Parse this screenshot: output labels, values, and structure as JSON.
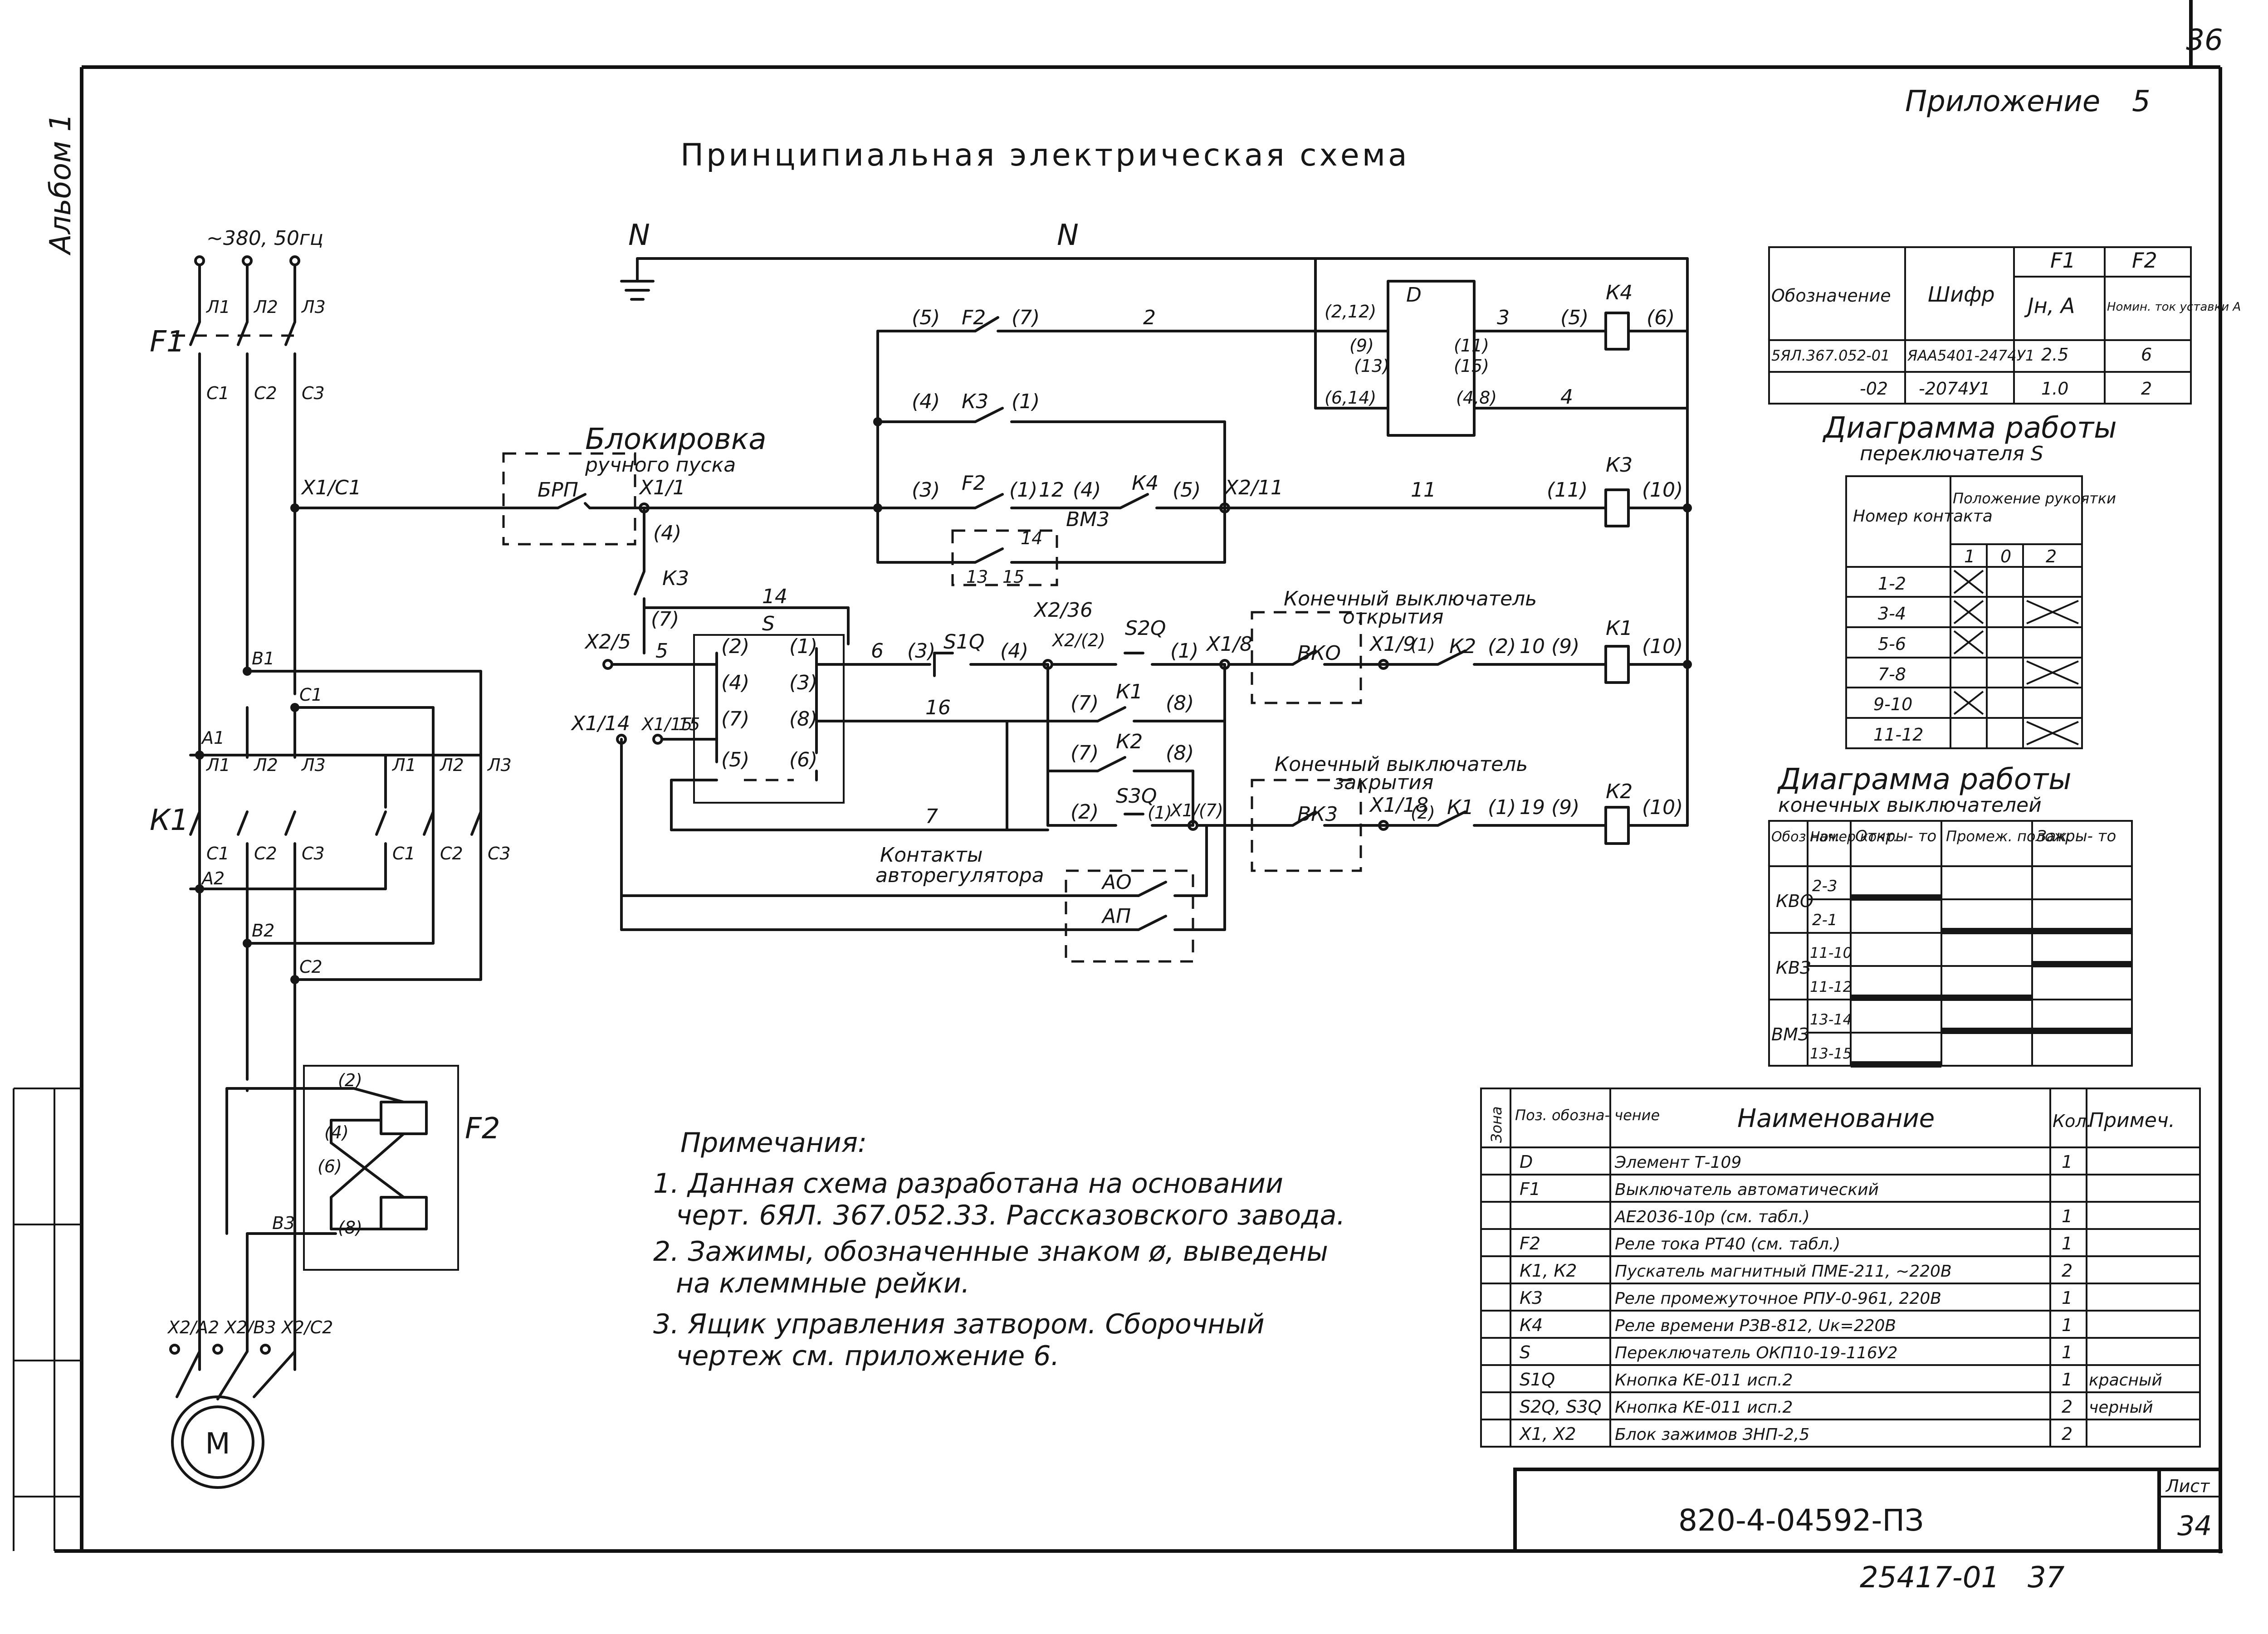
{
  "page": {
    "title": "Принципиальная электрическая схема",
    "appendix": "Приложение",
    "appendix_no": "5",
    "album": "Альбом 1",
    "corner_no": "36",
    "doc_code": "820-4-04592-ПЗ",
    "sheet_label": "Лист",
    "sheet_no": "34",
    "bottom_code": "25417-01",
    "bottom_no": "37"
  },
  "power": {
    "supply": "~380, 50гц",
    "phases": [
      "Л1",
      "Л2",
      "Л3"
    ],
    "f1_label": "F1",
    "f1_out": [
      "С1",
      "С2",
      "С3"
    ],
    "x1_c1": "X1/C1",
    "b1": "В1",
    "c1": "С1",
    "a1": "А1",
    "k1_top": [
      "Л1",
      "Л2",
      "Л3"
    ],
    "k2_top": [
      "Л1",
      "Л2",
      "Л3"
    ],
    "k1_label": "К1",
    "k1_bot": [
      "С1",
      "С2",
      "С3"
    ],
    "k2_bot": [
      "С1",
      "С2",
      "С3"
    ],
    "a2": "А2",
    "b2": "В2",
    "c2": "С2",
    "f2_label": "F2",
    "f2_terms": [
      "(2)",
      "(4)",
      "(6)",
      "(8)"
    ],
    "b3": "В3",
    "motor_terms": "X2/А2 X2/В3 X2/С2",
    "motor": "M"
  },
  "control": {
    "n": "N",
    "lock_title_1": "Блокировка",
    "lock_title_2": "ручного пуска",
    "brp": "БРП",
    "x1_1": "X1/1",
    "t4": "(4)",
    "k3": "К3",
    "t7": "(7)",
    "t14": "14",
    "x2_5": "X2/5",
    "t5": "5",
    "s": "S",
    "s_terms_l": [
      "(2)",
      "(4)",
      "(7)",
      "(5)"
    ],
    "s_terms_r": [
      "(1)",
      "(3)",
      "(8)",
      "(6)"
    ],
    "x1_14": "X1/14",
    "x1_15": "X1/15",
    "t15": "15",
    "w6": "6",
    "w3": "(3)",
    "s1q": "S1Q",
    "w4": "(4)",
    "x2_36": "X2/36",
    "x2_2": "X2/(2)",
    "s2q": "S2Q",
    "w1": "(1)",
    "x1_8": "X1/8",
    "w16": "16",
    "k1_7": "(7)",
    "k1c": "К1",
    "k1_8": "(8)",
    "k2_7": "(7)",
    "k2c": "К2",
    "k2_8": "(8)",
    "s3q": "S3Q",
    "w2b": "(2)",
    "w1b": "(1)",
    "x1_7": "X1/(7)",
    "w7": "7",
    "auto_1": "Контакты",
    "auto_2": "авторегулятора",
    "ao": "АО",
    "ap": "АП",
    "r1": {
      "a": "(5)",
      "f2": "F2",
      "b": "(7)",
      "wire": "2",
      "d_in": "(2,12)",
      "d": "D",
      "d_out": "3",
      "k4_in": "(5)",
      "k4": "К4",
      "k4_out": "(6)"
    },
    "d_terms_l": [
      "(9)",
      "(13)",
      "(6,14)"
    ],
    "d_terms_r": [
      "(11)",
      "(15)",
      "(4,8)"
    ],
    "wire4": "4",
    "r2": {
      "a": "(4)",
      "k3": "К3",
      "b": "(1)"
    },
    "r3": {
      "a": "(3)",
      "f2": "F2",
      "b": "(1)",
      "wire12": "12",
      "c": "(4)",
      "k4": "К4",
      "d": "(5)",
      "x2_11": "X2/11",
      "wire11": "11",
      "k3_in": "(11)",
      "k3": "К3",
      "k3_out": "(10)"
    },
    "bm3": "ВМ3",
    "bm3_14": "14",
    "bm3_13": "13",
    "bm3_15": "15",
    "open_1": "Конечный выключатель",
    "open_2": "открытия",
    "bko": "ВКО",
    "x1_9": "X1/9",
    "w1c": "(1)",
    "k2b": "К2",
    "w2c": "(2)",
    "w10": "10",
    "w9": "(9)",
    "k1coil": "К1",
    "w10c": "(10)",
    "close_1": "Конечный выключатель",
    "close_2": "закрытия",
    "bk3": "ВК3",
    "x1_18": "X1/18",
    "w2d": "(2)",
    "k1b": "К1",
    "w1d": "(1)",
    "w19": "19",
    "w9d": "(9)",
    "k2coil": "К2",
    "w10d": "(10)"
  },
  "f_table": {
    "h_designation": "Обозначение",
    "h_code": "Шифр",
    "h_f1": "F1",
    "h_f2": "F2",
    "h_in": "Jн, А",
    "h_nom": "Номин. ток уставки А",
    "rows": [
      [
        "5ЯЛ.367.052-01",
        "ЯАА5401-2474У1",
        "2.5",
        "6"
      ],
      [
        "-02",
        "-2074У1",
        "1.0",
        "2"
      ]
    ]
  },
  "s_diag": {
    "title_1": "Диаграмма работы",
    "title_2": "переключателя S",
    "h_contact": "Номер контакта",
    "h_pos": "Положение рукоятки",
    "positions": [
      "1",
      "0",
      "2"
    ],
    "rows": [
      {
        "c": "1-2",
        "m": [
          1,
          0,
          0
        ]
      },
      {
        "c": "3-4",
        "m": [
          1,
          0,
          1
        ]
      },
      {
        "c": "5-6",
        "m": [
          1,
          0,
          0
        ]
      },
      {
        "c": "7-8",
        "m": [
          0,
          0,
          1
        ]
      },
      {
        "c": "9-10",
        "m": [
          1,
          0,
          0
        ]
      },
      {
        "c": "11-12",
        "m": [
          0,
          0,
          1
        ]
      }
    ]
  },
  "lim_diag": {
    "title_1": "Диаграмма работы",
    "title_2": "конечных выключателей",
    "h1": "Обоз нач.",
    "h2": "Номер конт.",
    "h3": "Откры- то",
    "h4": "Промеж. полож.",
    "h5": "Закры- то",
    "rows": [
      {
        "d": "КВО",
        "c": [
          "2-3",
          "2-1"
        ],
        "bars": [
          [
            1,
            0,
            0
          ],
          [
            0,
            1,
            1
          ]
        ]
      },
      {
        "d": "КВЗ",
        "c": [
          "11-10",
          "11-12"
        ],
        "bars": [
          [
            0,
            0,
            1
          ],
          [
            1,
            1,
            0
          ]
        ]
      },
      {
        "d": "ВМЗ",
        "c": [
          "13-14",
          "13-15"
        ],
        "bars": [
          [
            0,
            1,
            1
          ],
          [
            1,
            0,
            0
          ]
        ]
      }
    ]
  },
  "notes": {
    "title": "Примечания:",
    "lines": [
      "1. Данная схема разработана на основании",
      "черт. 6ЯЛ. 367.052.33. Рассказовского завода.",
      "2. Зажимы, обозначенные знаком ø, выведены",
      "на клеммные рейки.",
      "3. Ящик управления затвором. Сборочный",
      "чертеж см. приложение 6."
    ]
  },
  "parts": {
    "h_zone": "Зона",
    "h_pos": "Поз. обозна- чение",
    "h_name": "Наименование",
    "h_qty": "Кол.",
    "h_note": "Примеч.",
    "rows": [
      [
        "D",
        "Элемент Т-109",
        "1",
        ""
      ],
      [
        "F1",
        "Выключатель автоматический",
        "",
        ""
      ],
      [
        "",
        "АЕ2036-10р (см. табл.)",
        "1",
        ""
      ],
      [
        "F2",
        "Реле тока РТ40    (см. табл.)",
        "1",
        ""
      ],
      [
        "К1, К2",
        "Пускатель магнитный ПМЕ-211, ~220В",
        "2",
        ""
      ],
      [
        "К3",
        "Реле промежуточное РПУ-0-961, 220В",
        "1",
        ""
      ],
      [
        "К4",
        "Реле времени РЗВ-812, Uк=220В",
        "1",
        ""
      ],
      [
        "S",
        "Переключатель ОКП10-19-116У2",
        "1",
        ""
      ],
      [
        "S1Q",
        "Кнопка КЕ-011 исп.2",
        "1",
        "красный"
      ],
      [
        "S2Q, S3Q",
        "Кнопка КЕ-011 исп.2",
        "2",
        "черный"
      ],
      [
        "X1, X2",
        "Блок зажимов ЗНП-2,5",
        "2",
        ""
      ]
    ]
  }
}
